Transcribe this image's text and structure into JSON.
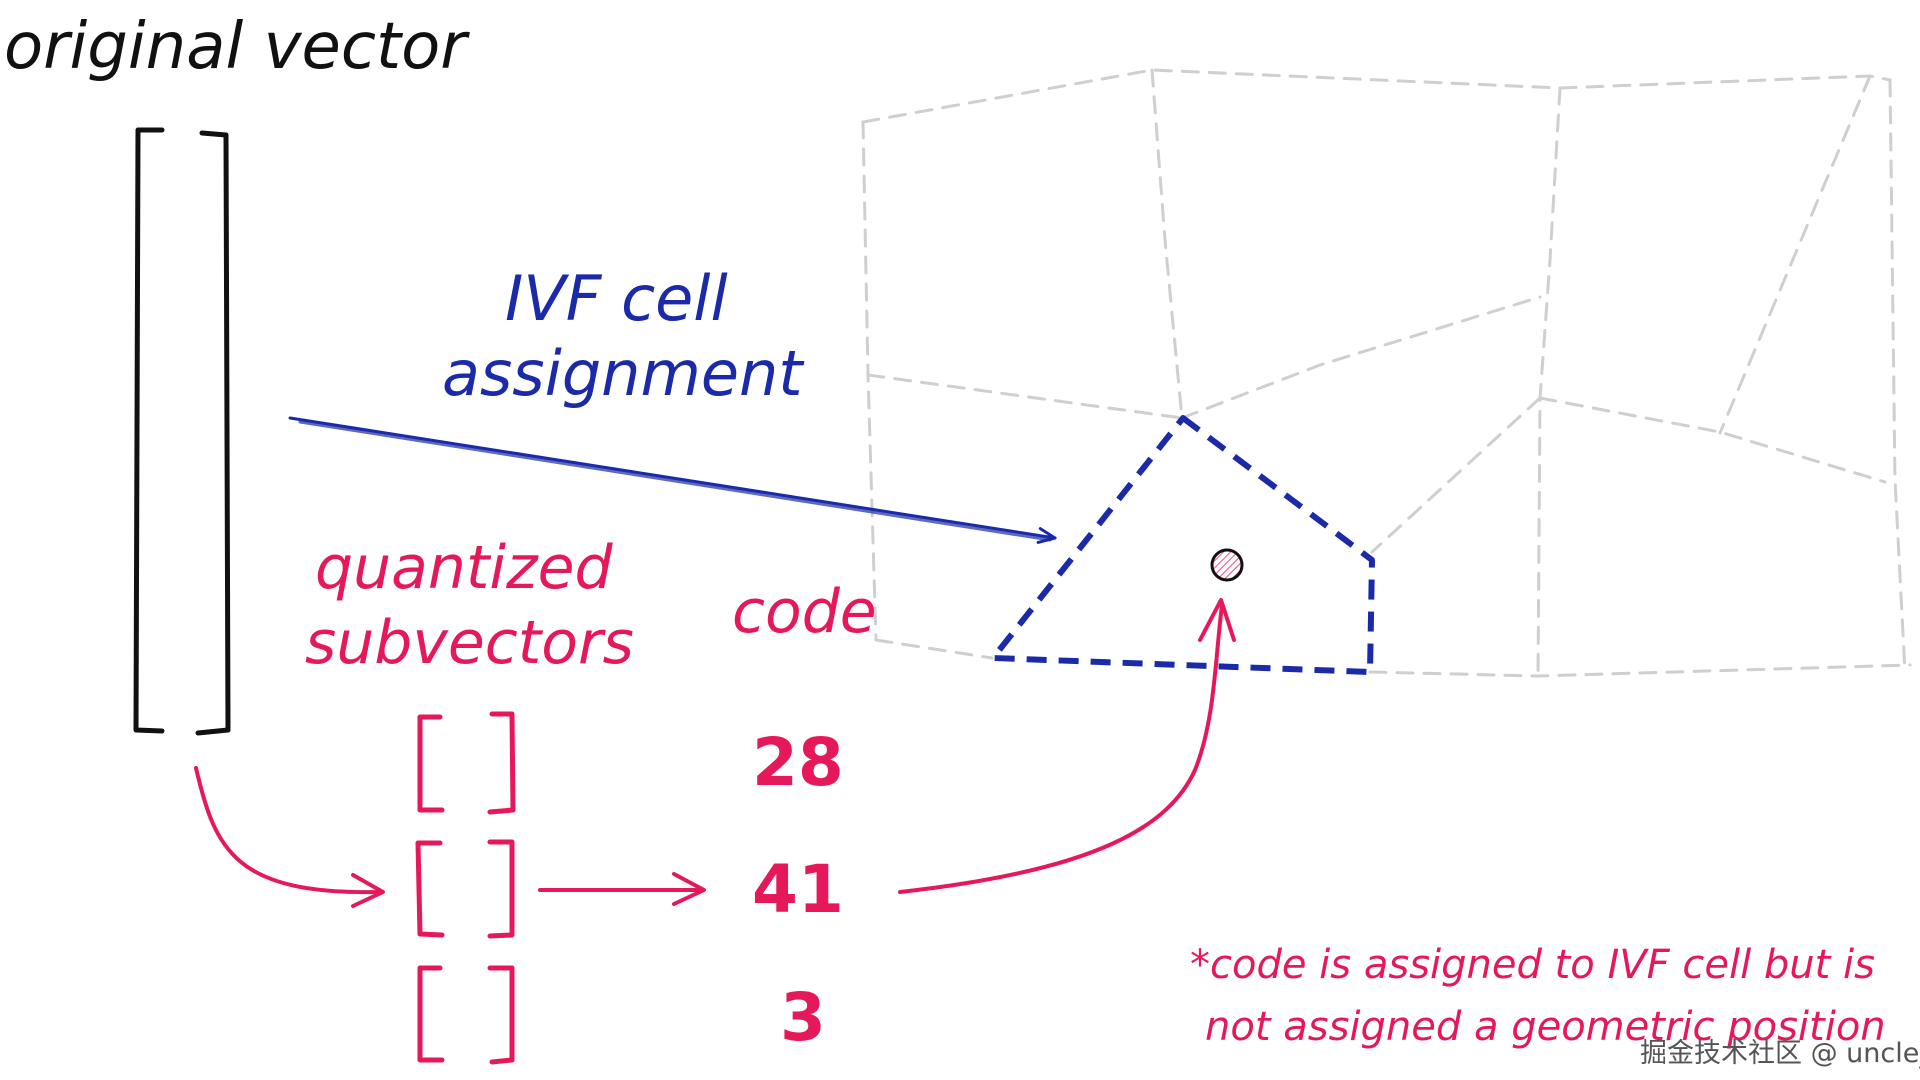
{
  "title": "original vector",
  "ivf_label": {
    "line1": "IVF cell",
    "line2": "assignment"
  },
  "quantized_label": {
    "line1": "quantized",
    "line2": "subvectors"
  },
  "code_header": "code",
  "codes": [
    "28",
    "41",
    "3"
  ],
  "note": {
    "line1": "*code is assigned to IVF cell but is",
    "line2": "not assigned a geometric position"
  },
  "watermark": "掘金技术社区 @ uncle_ll",
  "colors": {
    "ink": "#111111",
    "blue": "#1a2aa8",
    "pink": "#e5195a",
    "grid": "#cfcfcf"
  }
}
